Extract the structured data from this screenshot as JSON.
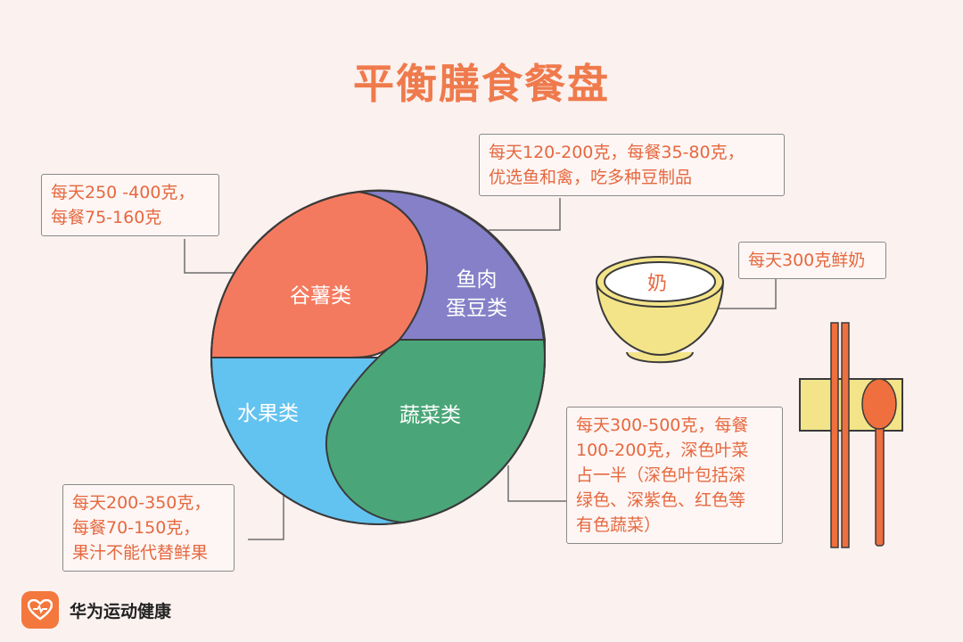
{
  "title": "平衡膳食餐盘",
  "plate": {
    "grains": {
      "name": "谷薯类",
      "note": [
        "每天250 -400克，",
        "每餐75-160克"
      ]
    },
    "protein": {
      "name": [
        "鱼肉",
        "蛋豆类"
      ],
      "note": [
        "每天120-200克，每餐35-80克，",
        "优选鱼和禽，吃多种豆制品"
      ]
    },
    "vegetables": {
      "name": "蔬菜类",
      "note": [
        "每天300-500克，每餐",
        "100-200克，深色叶菜",
        "占一半（深色叶包括深",
        "绿色、深紫色、红色等",
        "有色蔬菜）"
      ]
    },
    "fruit": {
      "name": "水果类",
      "note": [
        "每天200-350克，",
        "每餐70-150克，",
        "果汁不能代替鲜果"
      ]
    }
  },
  "dairy": {
    "name": "奶",
    "note": "每天300克鲜奶"
  },
  "brand": {
    "name": "华为运动健康"
  },
  "colors": {
    "grains": "#f47a5f",
    "protein": "#8580c8",
    "vegetables": "#4aa678",
    "fruit": "#63c3f0",
    "accent": "#ef7a4c",
    "bowl": "#f3e48a"
  },
  "icons": [
    "heart-logo-icon",
    "chopsticks-icon",
    "spoon-icon",
    "milk-bowl-icon"
  ]
}
